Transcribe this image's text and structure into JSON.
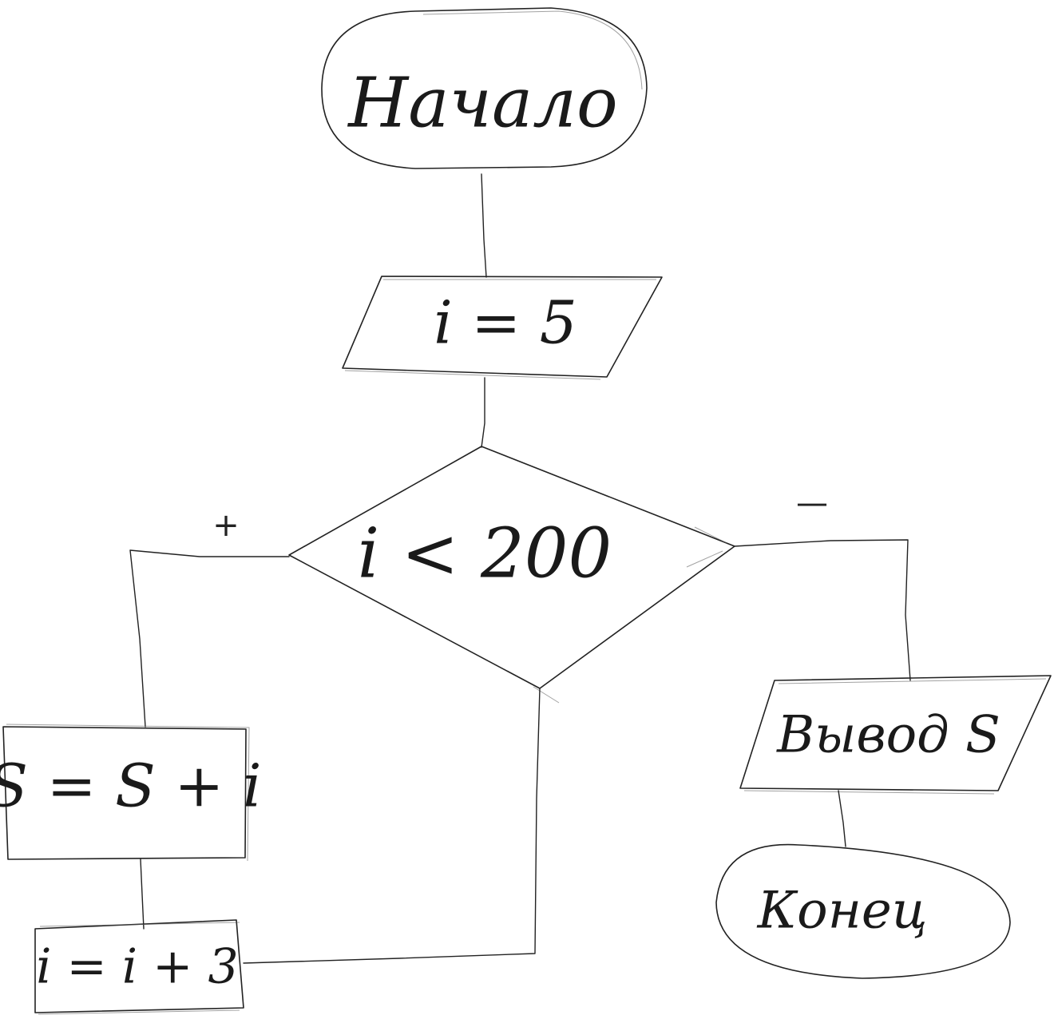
{
  "flowchart": {
    "start": {
      "label": "Начало"
    },
    "init": {
      "label": "i = 5"
    },
    "condition": {
      "label": "i < 200",
      "yes_label": "+",
      "no_label": "—"
    },
    "sum_step": {
      "label": "S = S + i"
    },
    "increment_step": {
      "label": "i = i + 3"
    },
    "output": {
      "label": "Вывод S"
    },
    "end": {
      "label": "Конец"
    }
  }
}
